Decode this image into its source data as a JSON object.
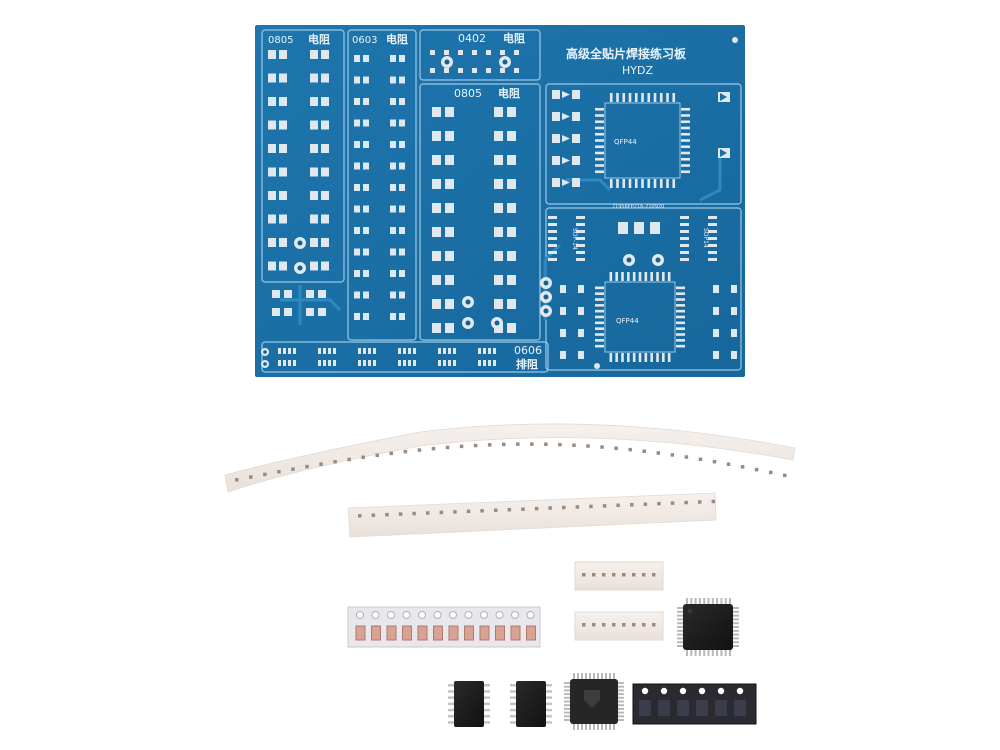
{
  "board": {
    "title_cn": "高级全贴片焊接练习板",
    "brand": "HYDZ",
    "label_0805_left": "0805",
    "label_0603": "0603",
    "label_0402": "0402",
    "label_0805_mid": "0805",
    "label_resistor": "电阻",
    "label_0606": "0606",
    "label_network": "排阻",
    "qfp_top": "QFP44",
    "qfp_bottom": "QFP44",
    "sop_left": "SOP-14",
    "sop_right": "SOP14",
    "part_code": "71956FP216-210920"
  },
  "colors": {
    "pcb": "#1a6fa6",
    "pcb_light": "#2a84bd",
    "pad": "#dfe8ee",
    "silk": "#e8f3fb",
    "tape": "#f1ebe6",
    "chip": "#1c1c1c"
  }
}
